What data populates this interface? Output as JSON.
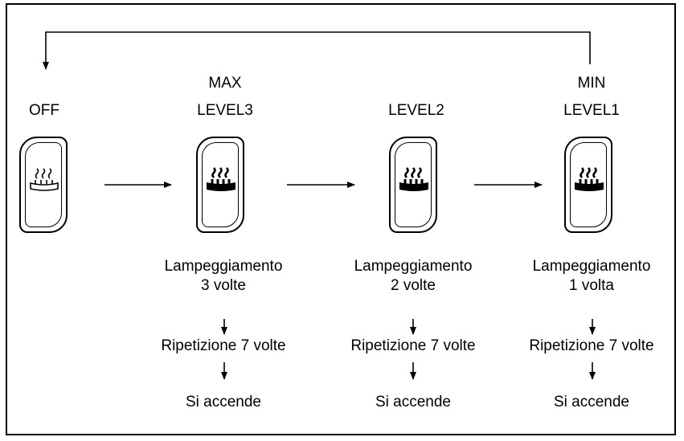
{
  "states": [
    {
      "top_label": "",
      "level_label": "OFF",
      "heater_icon": "seat-heater-off-icon"
    },
    {
      "top_label": "MAX",
      "level_label": "LEVEL3",
      "heater_icon": "seat-heater-on-icon",
      "blink_line1": "Lampeggiamento",
      "blink_line2": "3 volte",
      "repeat": "Ripetizione 7 volte",
      "result": "Si accende"
    },
    {
      "top_label": "",
      "level_label": "LEVEL2",
      "heater_icon": "seat-heater-on-icon",
      "blink_line1": "Lampeggiamento",
      "blink_line2": "2 volte",
      "repeat": "Ripetizione 7 volte",
      "result": "Si accende"
    },
    {
      "top_label": "MIN",
      "level_label": "LEVEL1",
      "heater_icon": "seat-heater-on-icon",
      "blink_line1": "Lampeggiamento",
      "blink_line2": "1 volta",
      "repeat": "Ripetizione 7 volte",
      "result": "Si accende"
    }
  ]
}
